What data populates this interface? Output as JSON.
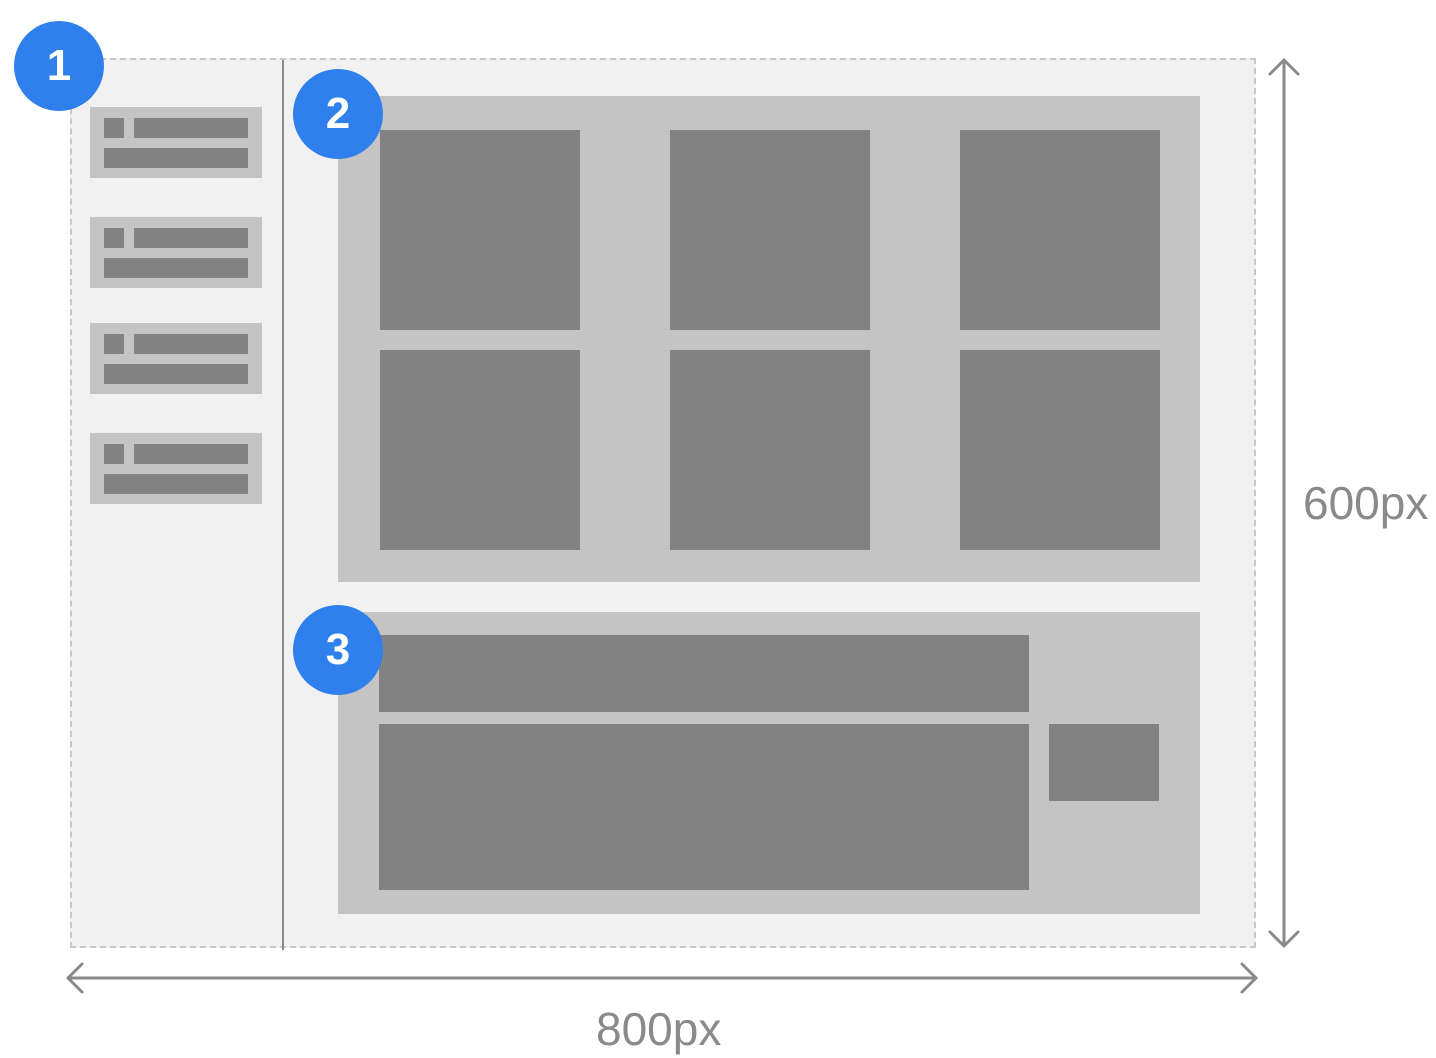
{
  "badges": [
    {
      "label": "1",
      "region": "sidebar"
    },
    {
      "label": "2",
      "region": "content-grid"
    },
    {
      "label": "3",
      "region": "detail-section"
    }
  ],
  "dimensions": {
    "width_label": "800px",
    "height_label": "600px"
  },
  "colors": {
    "badge": "#2f80ed",
    "frame": "#f1f1f1",
    "panel": "#c4c4c4",
    "block": "#828282",
    "dimension": "#8a8a8a"
  }
}
